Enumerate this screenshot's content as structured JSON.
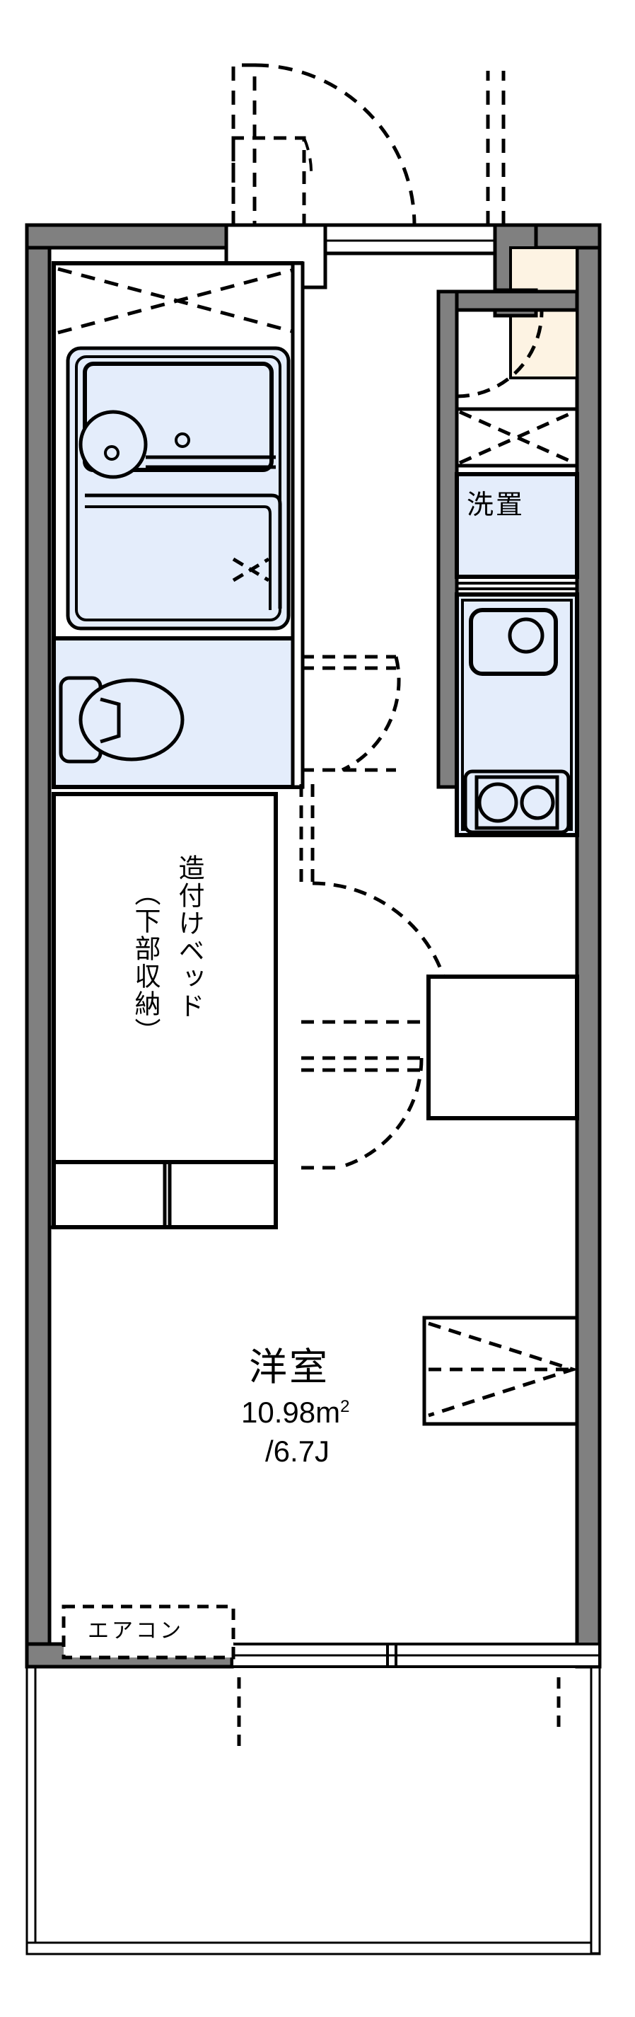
{
  "plan": {
    "type": "apartment-floor-plan",
    "layout_code": "1K",
    "orientation": "north-up",
    "colors": {
      "wall_fill": "#808080",
      "wall_outline": "#000000",
      "fixture_fill": "#e4edfb",
      "entry_fill": "#fdf3e3",
      "room_fill": "#ffffff",
      "line": "#000000"
    }
  },
  "rooms": {
    "main": {
      "name": "洋室",
      "area_value": "10.98",
      "area_unit": "m",
      "area_sup": "2",
      "area_text": "10.98m",
      "jo_text": "/6.7J"
    },
    "washer": {
      "label": "洗置"
    },
    "bed": {
      "label_right": "造付けベッド",
      "label_left": "（下部収納）"
    },
    "aircon": {
      "label": "エアコン"
    }
  },
  "fixtures": {
    "unit_bath": "unit-bath",
    "toilet": "toilet",
    "kitchen_sink": "kitchen-sink",
    "gas_stove": "gas-stove",
    "washer_space": "washing-machine-space",
    "entrance_door": "entrance-door",
    "balcony": "balcony"
  }
}
